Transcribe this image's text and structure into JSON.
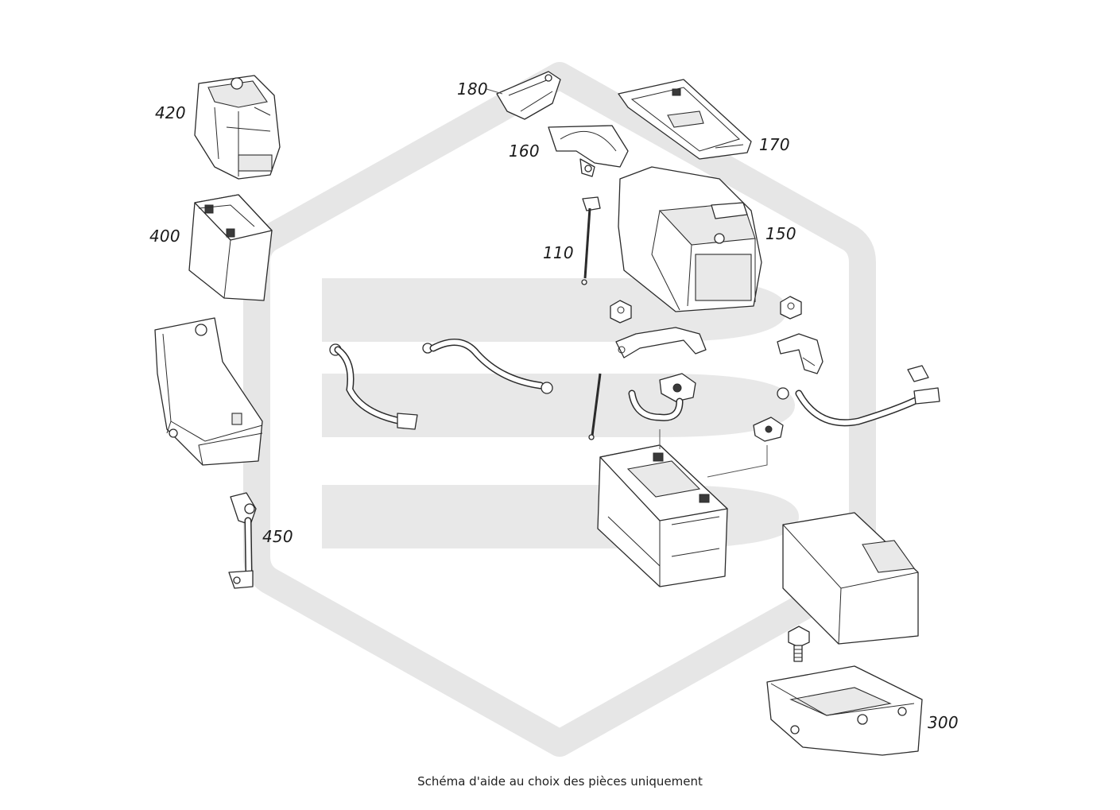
{
  "callouts": {
    "c420": "420",
    "c400": "400",
    "c450": "450",
    "c180": "180",
    "c160": "160",
    "c170": "170",
    "c110": "110",
    "c150": "150",
    "c300": "300"
  },
  "caption": "Schéma d'aide au choix des pièces uniquement",
  "colors": {
    "watermark": "#e6e6e6",
    "line": "#2b2b2b",
    "background": "#ffffff"
  }
}
